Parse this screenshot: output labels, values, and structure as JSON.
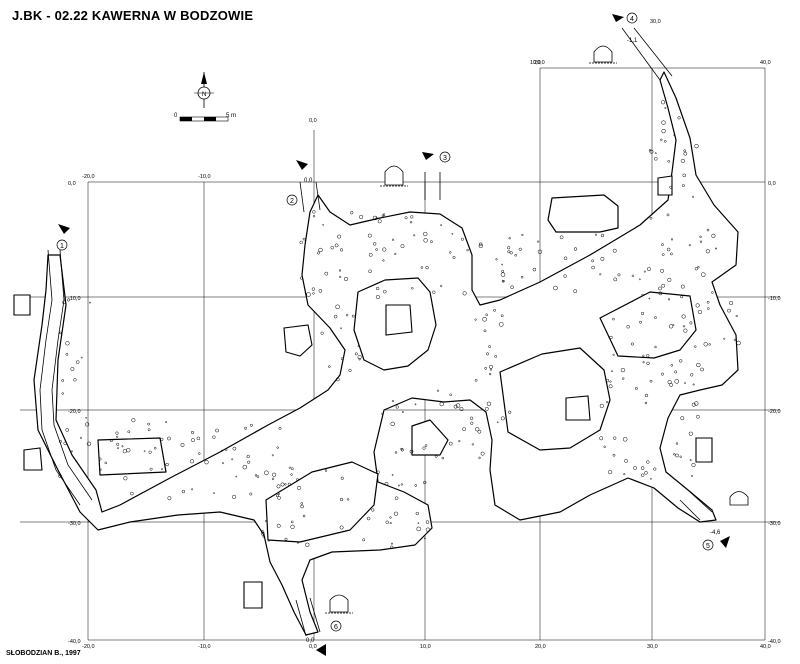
{
  "title": "J.BK - 02.22  KAWERNA W BODZOWIE",
  "author": "SŁOBODZIAN B., 1997",
  "north_label": "N",
  "scale_bar": {
    "start": "0",
    "end": "5 m"
  },
  "grid": {
    "x_labels_bottom": [
      "-20,0",
      "-10,0",
      "0,0",
      "10,0",
      "20,0",
      "30,0",
      "40,0"
    ],
    "x_labels_top": [
      "-20,0",
      "-10,0",
      "0,0"
    ],
    "x_labels_top_right": [
      "10,0",
      "20,0",
      "30,0",
      "40,0"
    ],
    "y_labels_right": [
      "0,0",
      "-10,0",
      "-20,0",
      "-30,0",
      "-40,0"
    ],
    "y_labels_left": [
      "0,0",
      "-10,0",
      "-20,0",
      "-30,0",
      "-40,0"
    ],
    "top_extra": [
      "0,0",
      "30,0"
    ]
  },
  "entrances": [
    {
      "id": "1",
      "depth": ""
    },
    {
      "id": "2",
      "depth": "0,0"
    },
    {
      "id": "3",
      "depth": ""
    },
    {
      "id": "4",
      "depth": "-1,1"
    },
    {
      "id": "5",
      "depth": "-4,6"
    },
    {
      "id": "6",
      "depth": "0,0"
    }
  ]
}
